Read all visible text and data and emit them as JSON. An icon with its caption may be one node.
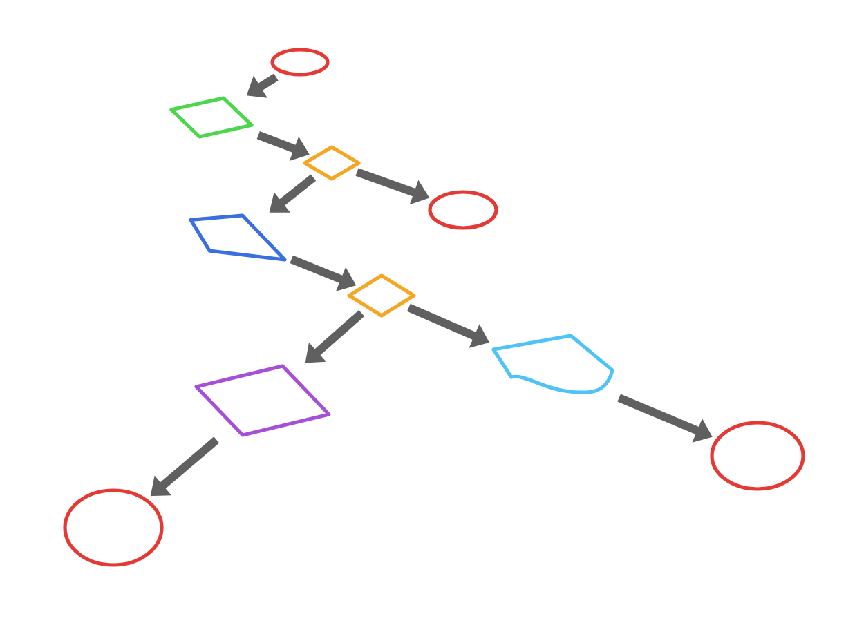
{
  "diagram": {
    "nodes": [
      {
        "text": [],
        "shape": "circle"
      },
      {
        "text": [],
        "shape": "box"
      },
      {
        "text": [],
        "shape": "diamond"
      },
      {
        "text": [],
        "shape": "circle"
      },
      {
        "text": [],
        "shape": "trapezoid"
      },
      {
        "text": [],
        "shape": "diamond"
      },
      {
        "text": [],
        "shape": "box"
      },
      {
        "text": [],
        "shape": "document"
      },
      {
        "text": [],
        "shape": "circle"
      },
      {
        "text": [],
        "shape": "circle"
      }
    ],
    "edges": [
      {
        "from": 0,
        "to": 1,
        "arrow": "to"
      },
      {
        "from": 1,
        "to": 2,
        "arrow": "to"
      },
      {
        "from": 2,
        "to": 4,
        "arrow": "to"
      },
      {
        "from": 2,
        "to": 3,
        "arrow": "to"
      },
      {
        "from": 4,
        "to": 5,
        "arrow": "to"
      },
      {
        "from": 5,
        "to": 6,
        "arrow": "to"
      },
      {
        "from": 5,
        "to": 7,
        "arrow": "to"
      },
      {
        "from": 7,
        "to": 8,
        "arrow": "to"
      },
      {
        "from": 6,
        "to": 9,
        "arrow": "to"
      }
    ]
  }
}
